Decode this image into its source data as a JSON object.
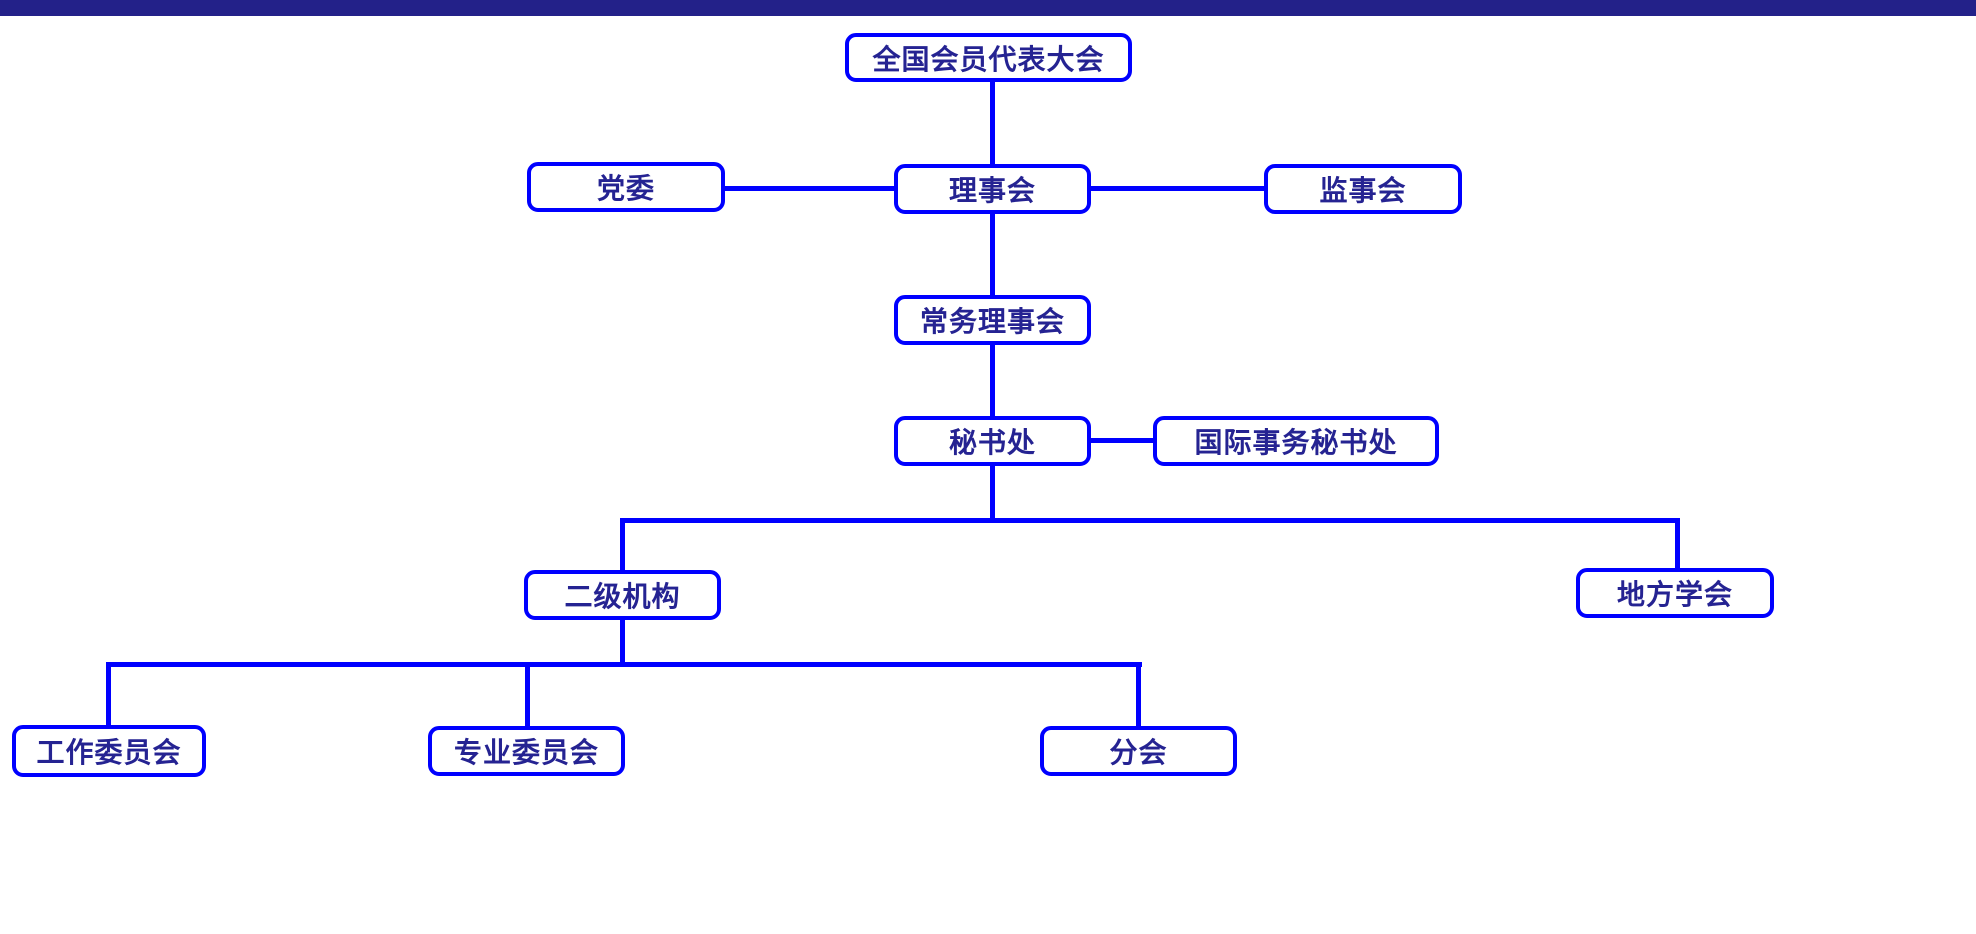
{
  "colors": {
    "line_blue": "#0000FF",
    "text_navy": "#252392",
    "header_bar_navy": "#232189",
    "background": "#FFFFFF"
  },
  "header": {
    "type": "decorative-bar"
  },
  "org_chart": {
    "nodes": [
      {
        "id": "national-congress",
        "label": "全国会员代表大会",
        "level": 1
      },
      {
        "id": "party-committee",
        "label": "党委",
        "level": 2
      },
      {
        "id": "council",
        "label": "理事会",
        "level": 2
      },
      {
        "id": "supervisory-board",
        "label": "监事会",
        "level": 2
      },
      {
        "id": "standing-council",
        "label": "常务理事会",
        "level": 3
      },
      {
        "id": "secretariat",
        "label": "秘书处",
        "level": 4
      },
      {
        "id": "intl-affairs-secretariat",
        "label": "国际事务秘书处",
        "level": 4
      },
      {
        "id": "secondary-organs",
        "label": "二级机构",
        "level": 5
      },
      {
        "id": "local-societies",
        "label": "地方学会",
        "level": 5
      },
      {
        "id": "working-committee",
        "label": "工作委员会",
        "level": 6
      },
      {
        "id": "professional-committee",
        "label": "专业委员会",
        "level": 6
      },
      {
        "id": "branches",
        "label": "分会",
        "level": 6
      }
    ],
    "edges": [
      {
        "from": "national-congress",
        "to": "council",
        "type": "vertical"
      },
      {
        "from": "council",
        "to": "party-committee",
        "type": "lateral"
      },
      {
        "from": "council",
        "to": "supervisory-board",
        "type": "lateral"
      },
      {
        "from": "council",
        "to": "standing-council",
        "type": "vertical"
      },
      {
        "from": "standing-council",
        "to": "secretariat",
        "type": "vertical"
      },
      {
        "from": "secretariat",
        "to": "intl-affairs-secretariat",
        "type": "lateral"
      },
      {
        "from": "secretariat",
        "to": "secondary-organs",
        "type": "vertical"
      },
      {
        "from": "secretariat",
        "to": "local-societies",
        "type": "vertical"
      },
      {
        "from": "secondary-organs",
        "to": "working-committee",
        "type": "vertical"
      },
      {
        "from": "secondary-organs",
        "to": "professional-committee",
        "type": "vertical"
      },
      {
        "from": "secondary-organs",
        "to": "branches",
        "type": "vertical"
      }
    ]
  }
}
